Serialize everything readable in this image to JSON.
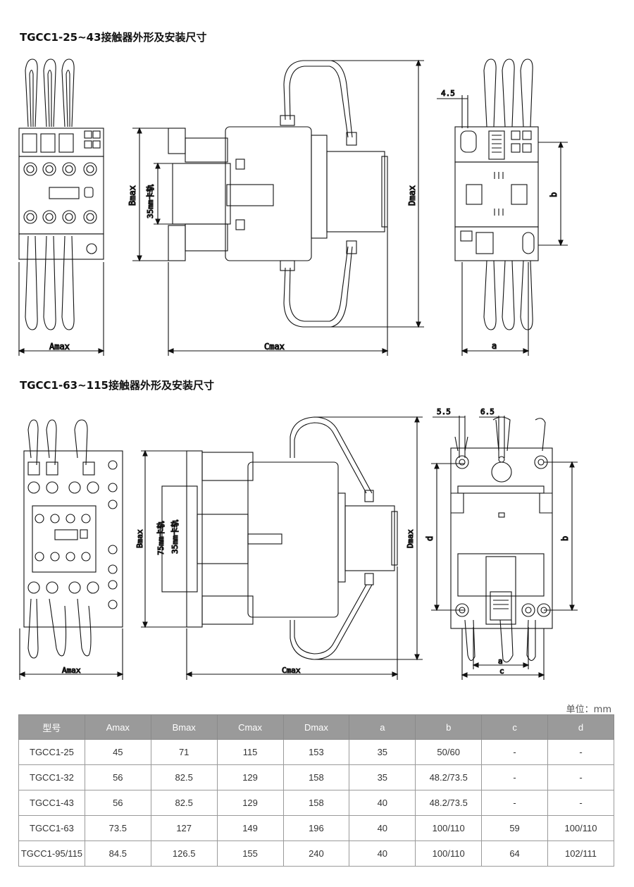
{
  "sections": [
    {
      "title": "TGCC1-25~43接触器外形及安装尺寸",
      "labels": {
        "amax": "Amax",
        "bmax": "Bmax",
        "rail": "35mm卡轨",
        "cmax": "Cmax",
        "dmax": "Dmax",
        "a": "a",
        "b": "b",
        "dim_45": "4.5"
      }
    },
    {
      "title": "TGCC1-63~115接触器外形及安装尺寸",
      "labels": {
        "amax": "Amax",
        "bmax": "Bmax",
        "rail75": "75mm卡轨",
        "rail35": "35mm卡轨",
        "cmax": "Cmax",
        "dmax": "Dmax",
        "a": "a",
        "b": "b",
        "c": "c",
        "d": "d",
        "dim_55": "5.5",
        "dim_65": "6.5"
      }
    }
  ],
  "unit": "单位：mm",
  "table": {
    "headers": [
      "型号",
      "Amax",
      "Bmax",
      "Cmax",
      "Dmax",
      "a",
      "b",
      "c",
      "d"
    ],
    "rows": [
      [
        "TGCC1-25",
        "45",
        "71",
        "115",
        "153",
        "35",
        "50/60",
        "-",
        "-"
      ],
      [
        "TGCC1-32",
        "56",
        "82.5",
        "129",
        "158",
        "35",
        "48.2/73.5",
        "-",
        "-"
      ],
      [
        "TGCC1-43",
        "56",
        "82.5",
        "129",
        "158",
        "40",
        "48.2/73.5",
        "-",
        "-"
      ],
      [
        "TGCC1-63",
        "73.5",
        "127",
        "149",
        "196",
        "40",
        "100/110",
        "59",
        "100/110"
      ],
      [
        "TGCC1-95/115",
        "84.5",
        "126.5",
        "155",
        "240",
        "40",
        "100/110",
        "64",
        "102/111"
      ]
    ]
  }
}
